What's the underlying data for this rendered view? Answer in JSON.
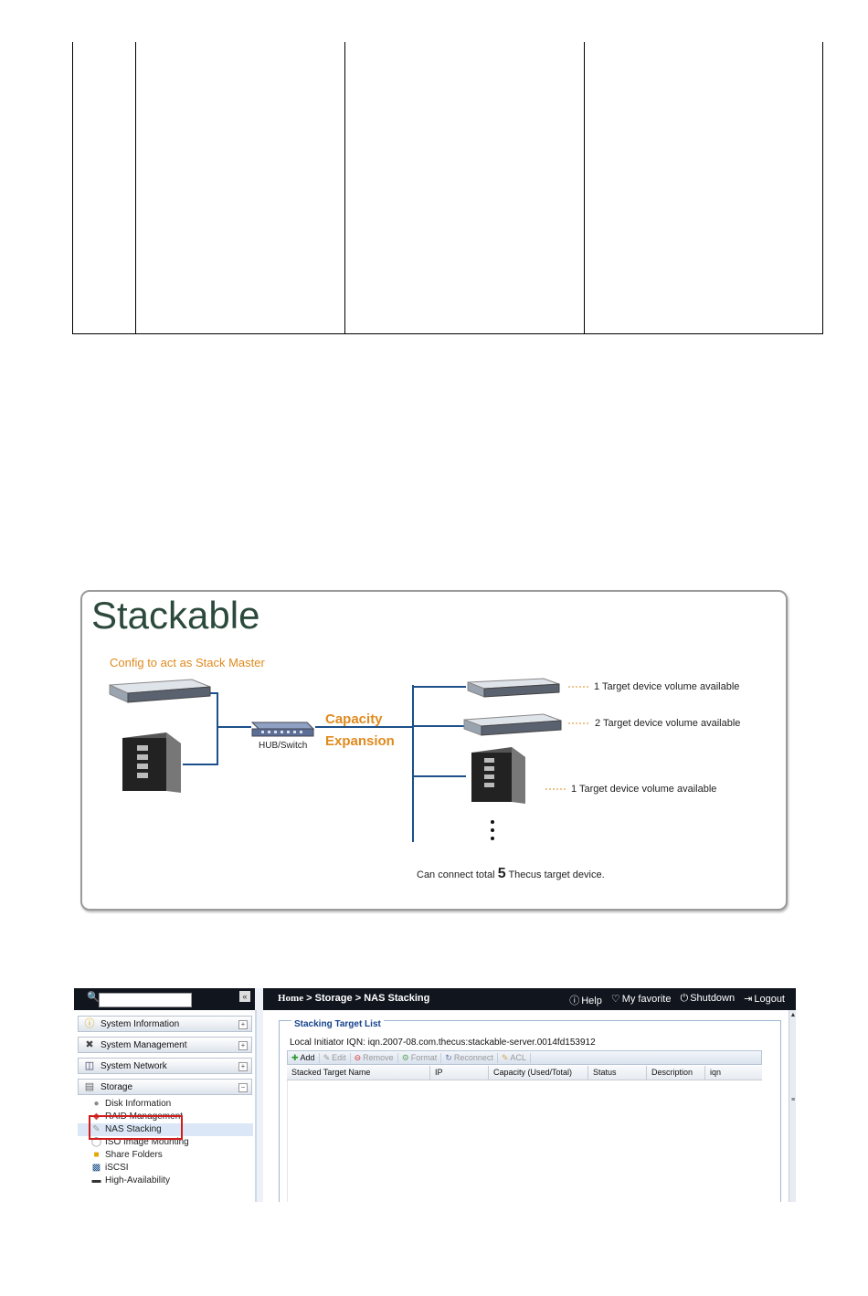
{
  "diagram": {
    "title": "Stackable",
    "master_label": "Config to act as Stack Master",
    "hub_label": "HUB/Switch",
    "capacity_label": "Capacity",
    "expansion_label": "Expansion",
    "targets": [
      "1 Target device volume available",
      "2 Target device volume available",
      "1 Target device volume available"
    ],
    "footer_pre": "Can connect total",
    "footer_num": "5",
    "footer_post": "Thecus target device."
  },
  "ui": {
    "breadcrumb": {
      "home": "Home",
      "sep": ">",
      "storage": "Storage",
      "page": "NAS Stacking"
    },
    "topnav": {
      "help": "Help",
      "favorite": "My favorite",
      "shutdown": "Shutdown",
      "logout": "Logout"
    },
    "sidebar": {
      "sections": [
        {
          "label": "System Information",
          "toggle": "+"
        },
        {
          "label": "System Management",
          "toggle": "+"
        },
        {
          "label": "System Network",
          "toggle": "+"
        },
        {
          "label": "Storage",
          "toggle": "−"
        }
      ],
      "storage_items": [
        "Disk Information",
        "RAID Management",
        "NAS Stacking",
        "ISO Image Mounting",
        "Share Folders",
        "iSCSI",
        "High-Availability"
      ]
    },
    "panel": {
      "legend": "Stacking Target List",
      "iqn": "Local Initiator IQN: iqn.2007-08.com.thecus:stackable-server.0014fd153912",
      "toolbar": [
        "Add",
        "Edit",
        "Remove",
        "Format",
        "Reconnect",
        "ACL"
      ],
      "columns": [
        "Stacked Target Name",
        "IP",
        "Capacity (Used/Total)",
        "Status",
        "Description",
        "iqn"
      ]
    }
  }
}
